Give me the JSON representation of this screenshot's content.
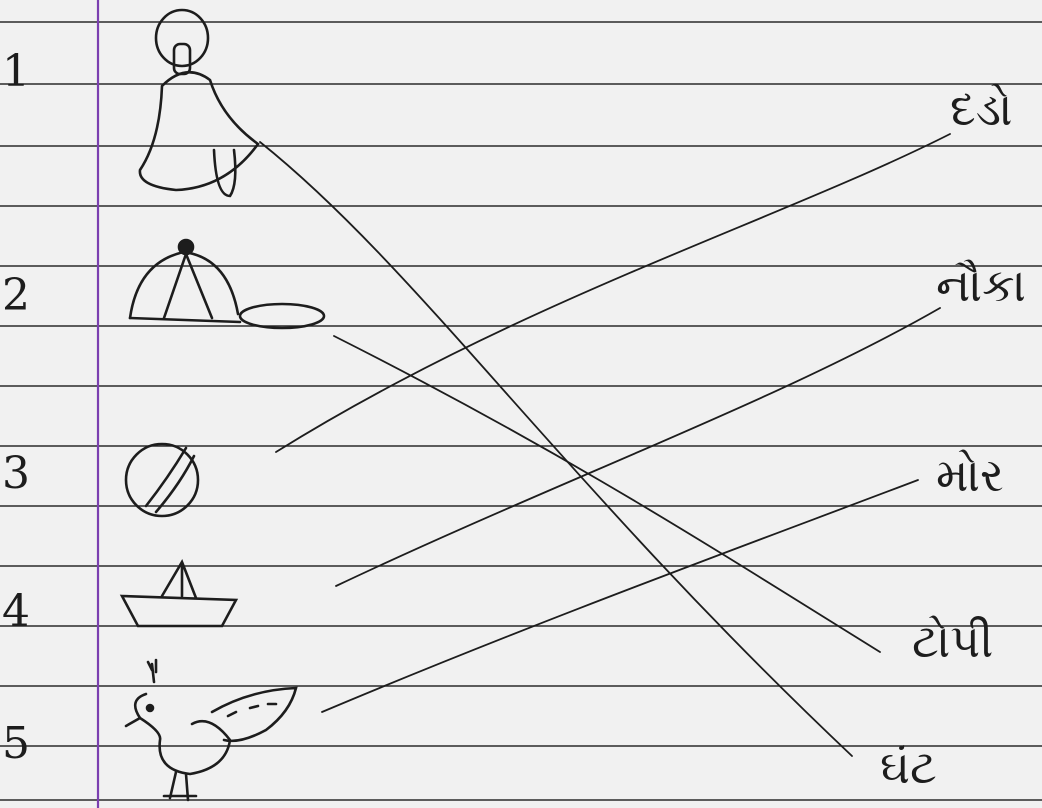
{
  "worksheet": {
    "numbers": [
      "1",
      "2",
      "3",
      "4",
      "5"
    ],
    "pictures": [
      {
        "id": "bell",
        "icon": "bell-icon"
      },
      {
        "id": "cap",
        "icon": "cap-icon"
      },
      {
        "id": "ball",
        "icon": "ball-icon"
      },
      {
        "id": "boat",
        "icon": "boat-icon"
      },
      {
        "id": "peacock",
        "icon": "peacock-icon"
      }
    ],
    "words": [
      "દડો",
      "નૌકા",
      "મોર",
      "ટોપી",
      "ઘંટ"
    ],
    "matches": [
      {
        "picture": "bell",
        "word": "ઘંટ"
      },
      {
        "picture": "cap",
        "word": "ટોપી"
      },
      {
        "picture": "ball",
        "word": "દડો"
      },
      {
        "picture": "boat",
        "word": "નૌકા"
      },
      {
        "picture": "peacock",
        "word": "મોર"
      }
    ]
  },
  "colors": {
    "paper": "#f1f1f1",
    "rule_line": "#2a2a2a",
    "margin_line": "#7b3fb0",
    "ink": "#1d1d1d"
  }
}
